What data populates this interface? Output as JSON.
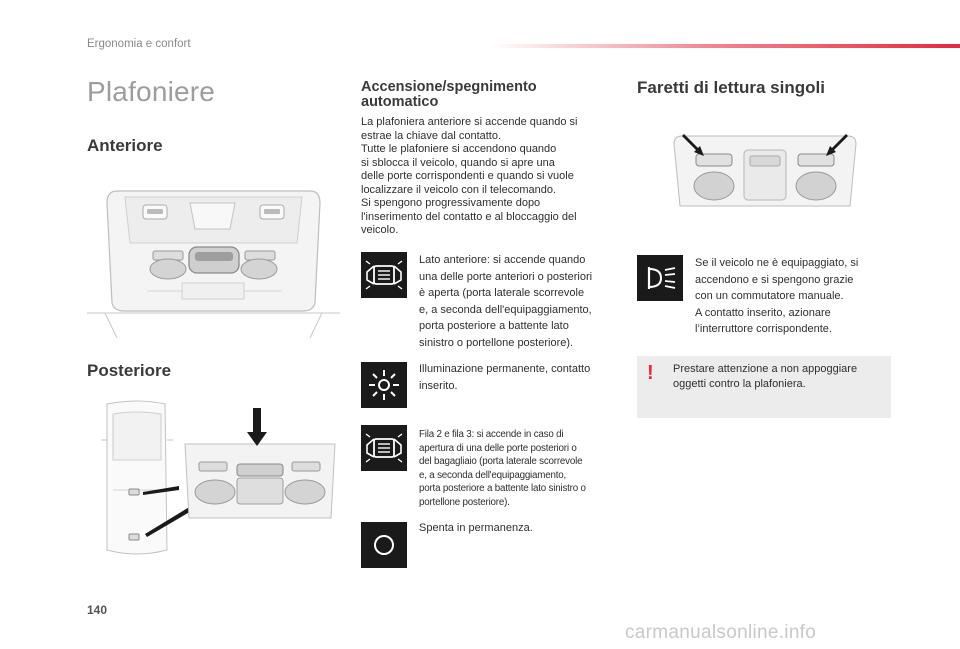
{
  "header": {
    "section": "Ergonomia e confort",
    "accent_color": "#e8283c"
  },
  "page": {
    "title": "Plafoniere",
    "number": "140"
  },
  "left": {
    "front_heading": "Anteriore",
    "rear_heading": "Posteriore"
  },
  "middle": {
    "heading": "Accensione/spegnimento automatico",
    "paragraph": [
      "La plafoniera anteriore si accende quando si",
      "estrae la chiave dal contatto.",
      "Tutte le plafoniere si accendono quando",
      "si sblocca il veicolo, quando si apre una",
      "delle porte corrispondenti e quando si vuole",
      "localizzare il veicolo con il telecomando.",
      "Si spengono progressivamente dopo",
      "l'inserimento del contatto e al bloccaggio del",
      "veicolo."
    ],
    "items": [
      {
        "icon": "door-light-icon",
        "lines": [
          "Lato anteriore: si accende quando",
          "una delle porte anteriori o posteriori",
          "è aperta (porta laterale scorrevole",
          "e, a seconda dell'equipaggiamento,",
          "porta posteriore a battente lato",
          "sinistro o portellone posteriore)."
        ]
      },
      {
        "icon": "light-on-icon",
        "lines": [
          "Illuminazione permanente, contatto",
          "inserito."
        ]
      },
      {
        "icon": "door-light-icon",
        "lines": [
          "Fila 2 e fila 3: si accende in caso di",
          "apertura di una delle porte posteriori o",
          "del bagagliaio  (porta laterale scorrevole",
          "e, a seconda dell'equipaggiamento,",
          "porta posteriore a battente lato sinistro o",
          "portellone posteriore)."
        ]
      },
      {
        "icon": "light-off-icon",
        "lines": [
          "Spenta in permanenza."
        ]
      }
    ]
  },
  "right": {
    "heading": "Faretti di lettura singoli",
    "item": {
      "icon": "reading-light-icon",
      "lines": [
        "Se il veicolo ne è equipaggiato, si",
        "accendono e si spengono grazie",
        "con un commutatore manuale.",
        "A contatto inserito, azionare",
        "l’interruttore corrispondente."
      ]
    },
    "warning": {
      "symbol": "!",
      "lines": [
        "Prestare attenzione a non appoggiare",
        "oggetti contro la plafoniera."
      ]
    }
  },
  "watermark": "carmanualsonline.info"
}
